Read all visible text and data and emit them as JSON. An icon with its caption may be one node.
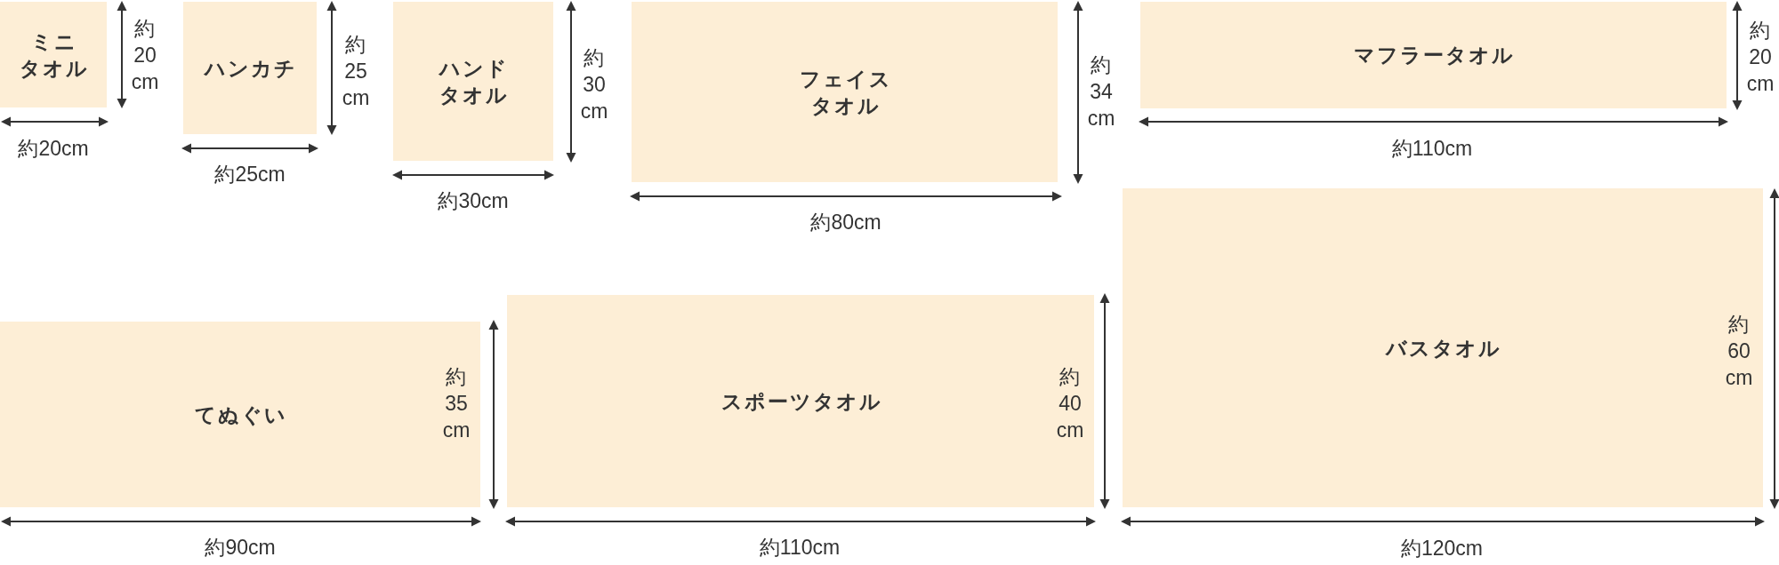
{
  "diagram": {
    "nodes": [
      {
        "text": [
          "ミニタオル"
        ]
      },
      {
        "text": [
          "ハンカチ"
        ]
      },
      {
        "text": [
          "ハンドタオル"
        ]
      },
      {
        "text": [
          "フェイスタオル"
        ]
      },
      {
        "text": [
          "マフラータオル"
        ]
      },
      {
        "text": [
          "てぬぐい"
        ]
      },
      {
        "text": [
          "スポーツタオル"
        ]
      },
      {
        "text": [
          "バスタオル"
        ]
      }
    ],
    "labels": [
      "約20cm",
      "約20cm",
      "約25cm",
      "約25cm",
      "約30cm",
      "約30cm",
      "約34cm",
      "約80cm",
      "約20cm",
      "約110cm",
      "約35cm",
      "約90cm",
      "約40cm",
      "約110cm",
      "約60cm",
      "約120cm"
    ]
  }
}
